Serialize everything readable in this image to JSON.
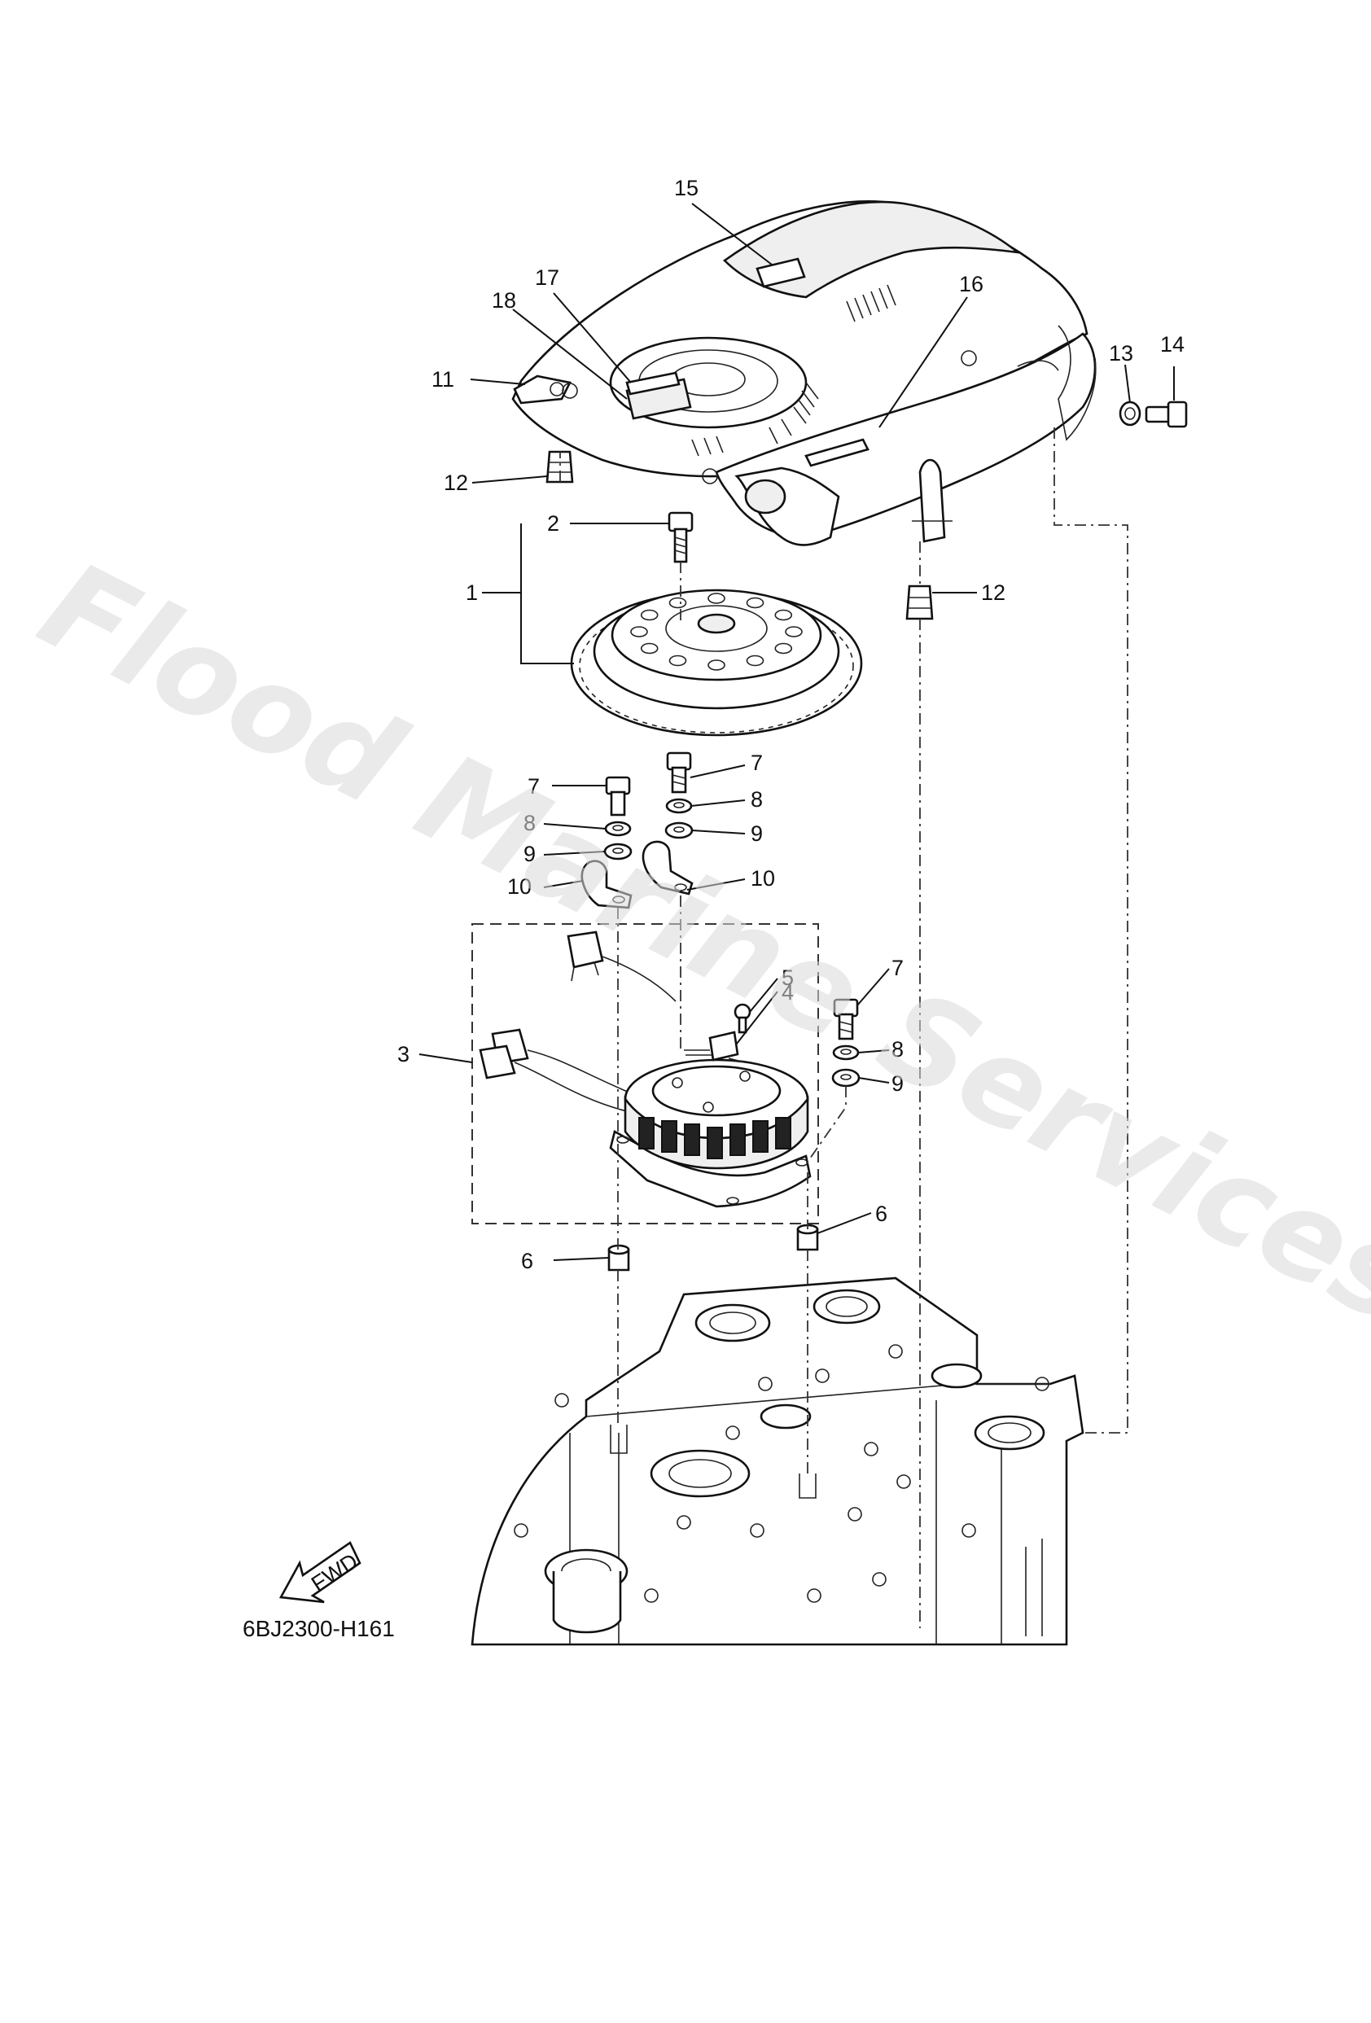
{
  "diagram": {
    "code": "6BJ2300-H161",
    "fwd_label": "FWD",
    "watermark": "Flood Marine Services",
    "callouts": [
      {
        "id": "c15",
        "text": "15"
      },
      {
        "id": "c17",
        "text": "17"
      },
      {
        "id": "c18",
        "text": "18"
      },
      {
        "id": "c16",
        "text": "16"
      },
      {
        "id": "c11",
        "text": "11"
      },
      {
        "id": "c13",
        "text": "13"
      },
      {
        "id": "c14",
        "text": "14"
      },
      {
        "id": "c12a",
        "text": "12"
      },
      {
        "id": "c2",
        "text": "2"
      },
      {
        "id": "c1",
        "text": "1"
      },
      {
        "id": "c12b",
        "text": "12"
      },
      {
        "id": "c7a",
        "text": "7"
      },
      {
        "id": "c7b",
        "text": "7"
      },
      {
        "id": "c8a",
        "text": "8"
      },
      {
        "id": "c8b",
        "text": "8"
      },
      {
        "id": "c9a",
        "text": "9"
      },
      {
        "id": "c9b",
        "text": "9"
      },
      {
        "id": "c10a",
        "text": "10"
      },
      {
        "id": "c10b",
        "text": "10"
      },
      {
        "id": "c5",
        "text": "5"
      },
      {
        "id": "c4",
        "text": "4"
      },
      {
        "id": "c7c",
        "text": "7"
      },
      {
        "id": "c3",
        "text": "3"
      },
      {
        "id": "c8c",
        "text": "8"
      },
      {
        "id": "c9c",
        "text": "9"
      },
      {
        "id": "c6a",
        "text": "6"
      },
      {
        "id": "c6b",
        "text": "6"
      }
    ]
  }
}
